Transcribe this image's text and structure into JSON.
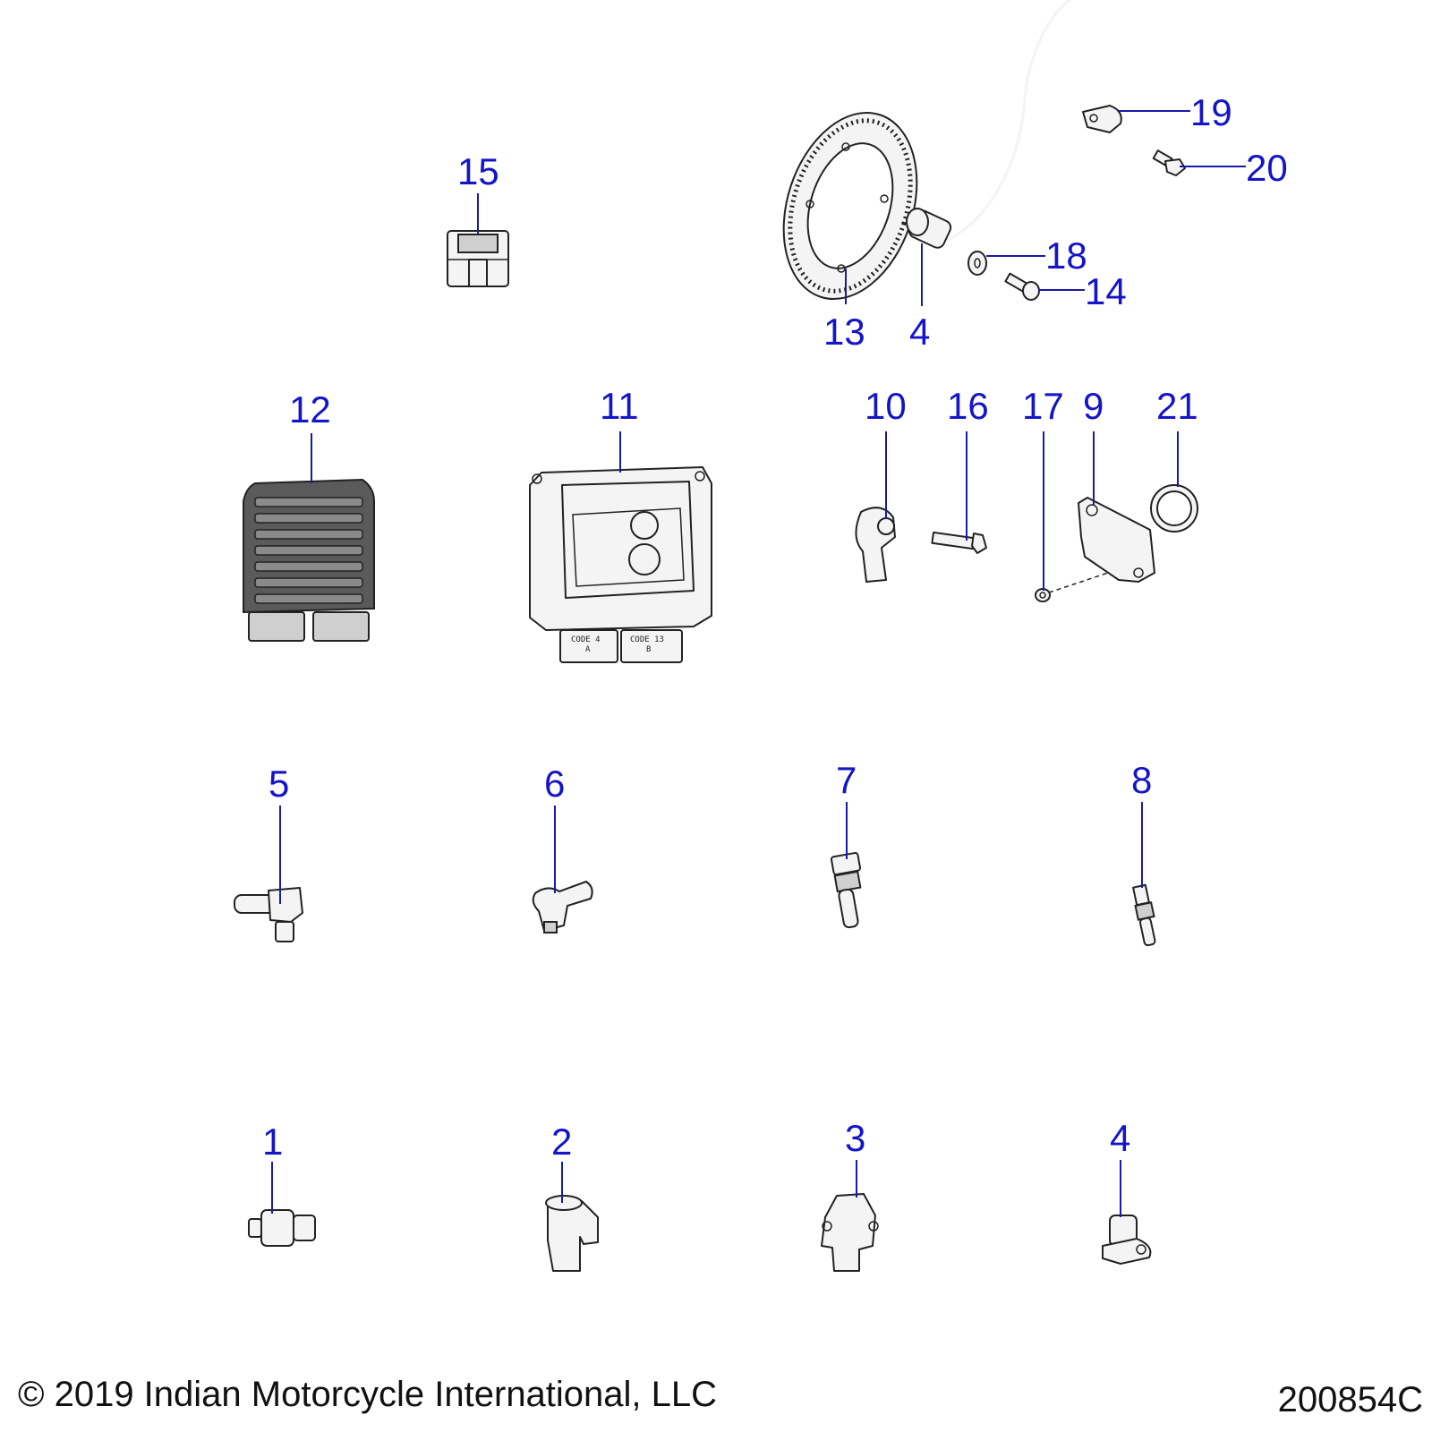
{
  "callouts": [
    {
      "id": "c15",
      "text": "15"
    },
    {
      "id": "c13",
      "text": "13"
    },
    {
      "id": "c4a",
      "text": "4"
    },
    {
      "id": "c19",
      "text": "19"
    },
    {
      "id": "c20",
      "text": "20"
    },
    {
      "id": "c18",
      "text": "18"
    },
    {
      "id": "c14",
      "text": "14"
    },
    {
      "id": "c12",
      "text": "12"
    },
    {
      "id": "c11",
      "text": "11"
    },
    {
      "id": "c10",
      "text": "10"
    },
    {
      "id": "c16",
      "text": "16"
    },
    {
      "id": "c17",
      "text": "17"
    },
    {
      "id": "c9",
      "text": "9"
    },
    {
      "id": "c21",
      "text": "21"
    },
    {
      "id": "c5",
      "text": "5"
    },
    {
      "id": "c6",
      "text": "6"
    },
    {
      "id": "c7",
      "text": "7"
    },
    {
      "id": "c8",
      "text": "8"
    },
    {
      "id": "c1",
      "text": "1"
    },
    {
      "id": "c2",
      "text": "2"
    },
    {
      "id": "c3",
      "text": "3"
    },
    {
      "id": "c4b",
      "text": "4"
    }
  ],
  "ecu_labels": {
    "code_a": "CODE 4",
    "code_a_letter": "A",
    "code_b": "CODE 13",
    "code_b_letter": "B"
  },
  "footer": {
    "copyright": "© 2019 Indian Motorcycle International, LLC",
    "drawing_number": "200854C"
  }
}
